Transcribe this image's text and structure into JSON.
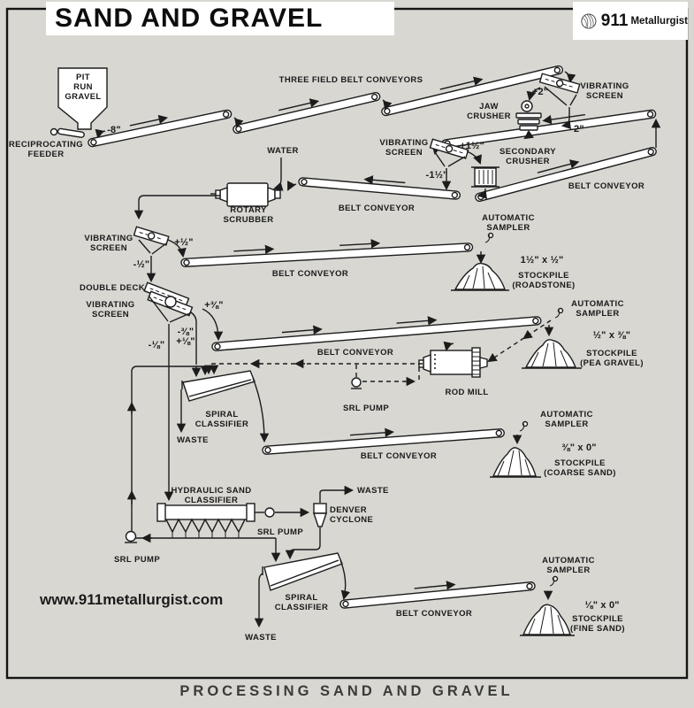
{
  "title": "SAND AND GRAVEL",
  "logo": {
    "number": "911",
    "name": "Metallurgist"
  },
  "watermark": "www.911metallurgist.com",
  "caption": "PROCESSING SAND AND GRAVEL",
  "colors": {
    "paper": "#d8d7d2",
    "ink": "#1c1c1c",
    "panel": "#ffffff"
  },
  "labels": {
    "pit_run_gravel": "PIT\nRUN\nGRAVEL",
    "reciprocating_feeder": "RECIPROCATING\nFEEDER",
    "minus_8": "-8\"",
    "three_field": "THREE FIELD BELT CONVEYORS",
    "jaw_crusher": "JAW\nCRUSHER",
    "plus_2": "+2\"",
    "minus_2": "-2\"",
    "vibrating_screen_1": "VIBRATING\nSCREEN",
    "vibrating_screen_2": "VIBRATING\nSCREEN",
    "plus_1_half": "+1½\"",
    "minus_1_half": "-1½\"",
    "secondary_crusher": "SECONDARY\nCRUSHER",
    "belt_conveyor_right": "BELT CONVEYOR",
    "water": "WATER",
    "rotary_scrubber": "ROTARY\nSCRUBBER",
    "belt_conveyor_mid": "BELT CONVEYOR",
    "vibrating_screen_3": "VIBRATING\nSCREEN",
    "plus_half": "+½\"",
    "minus_half": "-½\"",
    "double_deck": "DOUBLE DECK",
    "vibrating_screen_4": "VIBRATING\nSCREEN",
    "plus_38": "+⅜\"",
    "minus_38_plus_18": "-⅜\"\n+⅛\"",
    "minus_18": "-⅛\"",
    "sampler_roadstone": "AUTOMATIC\nSAMPLER",
    "belt_conveyor_roadstone": "BELT CONVEYOR",
    "size_roadstone": "1½\" x ½\"",
    "stockpile_roadstone": "STOCKPILE\n(ROADSTONE)",
    "sampler_pea": "AUTOMATIC\nSAMPLER",
    "belt_conveyor_pea": "BELT CONVEYOR",
    "size_pea": "½\" x ⅜\"",
    "stockpile_pea": "STOCKPILE\n(PEA GRAVEL)",
    "rod_mill": "ROD MILL",
    "srl_pump_mid": "SRL PUMP",
    "spiral_classifier_1": "SPIRAL\nCLASSIFIER",
    "waste_1": "WASTE",
    "sampler_coarse": "AUTOMATIC\nSAMPLER",
    "belt_conveyor_coarse": "BELT CONVEYOR",
    "size_coarse": "⅜\" x 0\"",
    "stockpile_coarse": "STOCKPILE\n(COARSE SAND)",
    "hydraulic_classifier": "HYDRAULIC SAND\nCLASSIFIER",
    "srl_pump_hydraulic": "SRL PUMP",
    "srl_pump_left": "SRL PUMP",
    "denver_cyclone": "DENVER\nCYCLONE",
    "waste_cyclone": "WASTE",
    "spiral_classifier_2": "SPIRAL\nCLASSIFIER",
    "waste_2": "WASTE",
    "sampler_fine": "AUTOMATIC\nSAMPLER",
    "belt_conveyor_fine": "BELT CONVEYOR",
    "size_fine": "⅛\" x 0\"",
    "stockpile_fine": "STOCKPILE\n(FINE SAND)"
  }
}
